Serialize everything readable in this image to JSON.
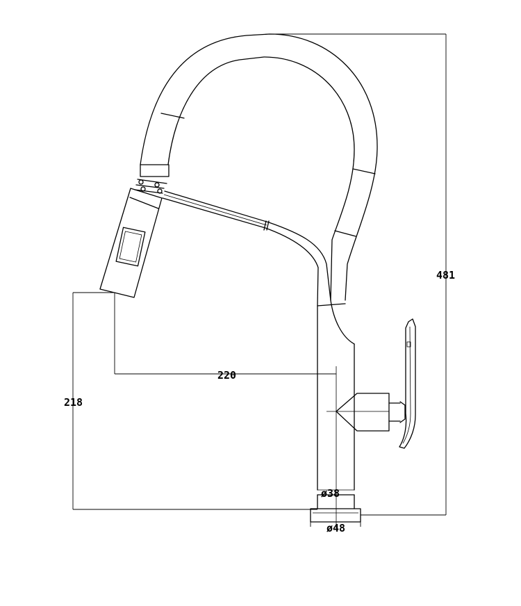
{
  "dimensions": {
    "total_height": "481",
    "spout_height": "218",
    "spout_reach": "220",
    "body_diameter": "ø38",
    "base_diameter": "ø48"
  }
}
